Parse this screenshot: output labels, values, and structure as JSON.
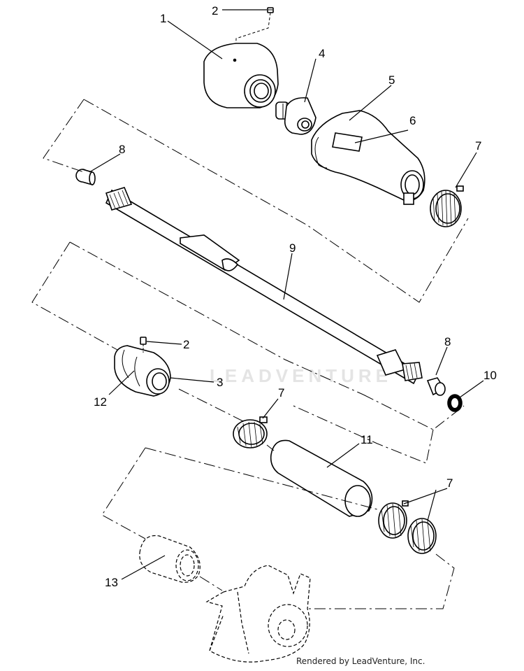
{
  "callouts": {
    "c1": "1",
    "c2a": "2",
    "c2b": "2",
    "c3": "3",
    "c4": "4",
    "c5": "5",
    "c6": "6",
    "c7a": "7",
    "c7b": "7",
    "c7c": "7",
    "c8a": "8",
    "c8b": "8",
    "c9": "9",
    "c10": "10",
    "c11": "11",
    "c12": "12",
    "c13": "13"
  },
  "watermark": "LEADVENTURE",
  "footer": "Rendered by LeadVenture, Inc."
}
